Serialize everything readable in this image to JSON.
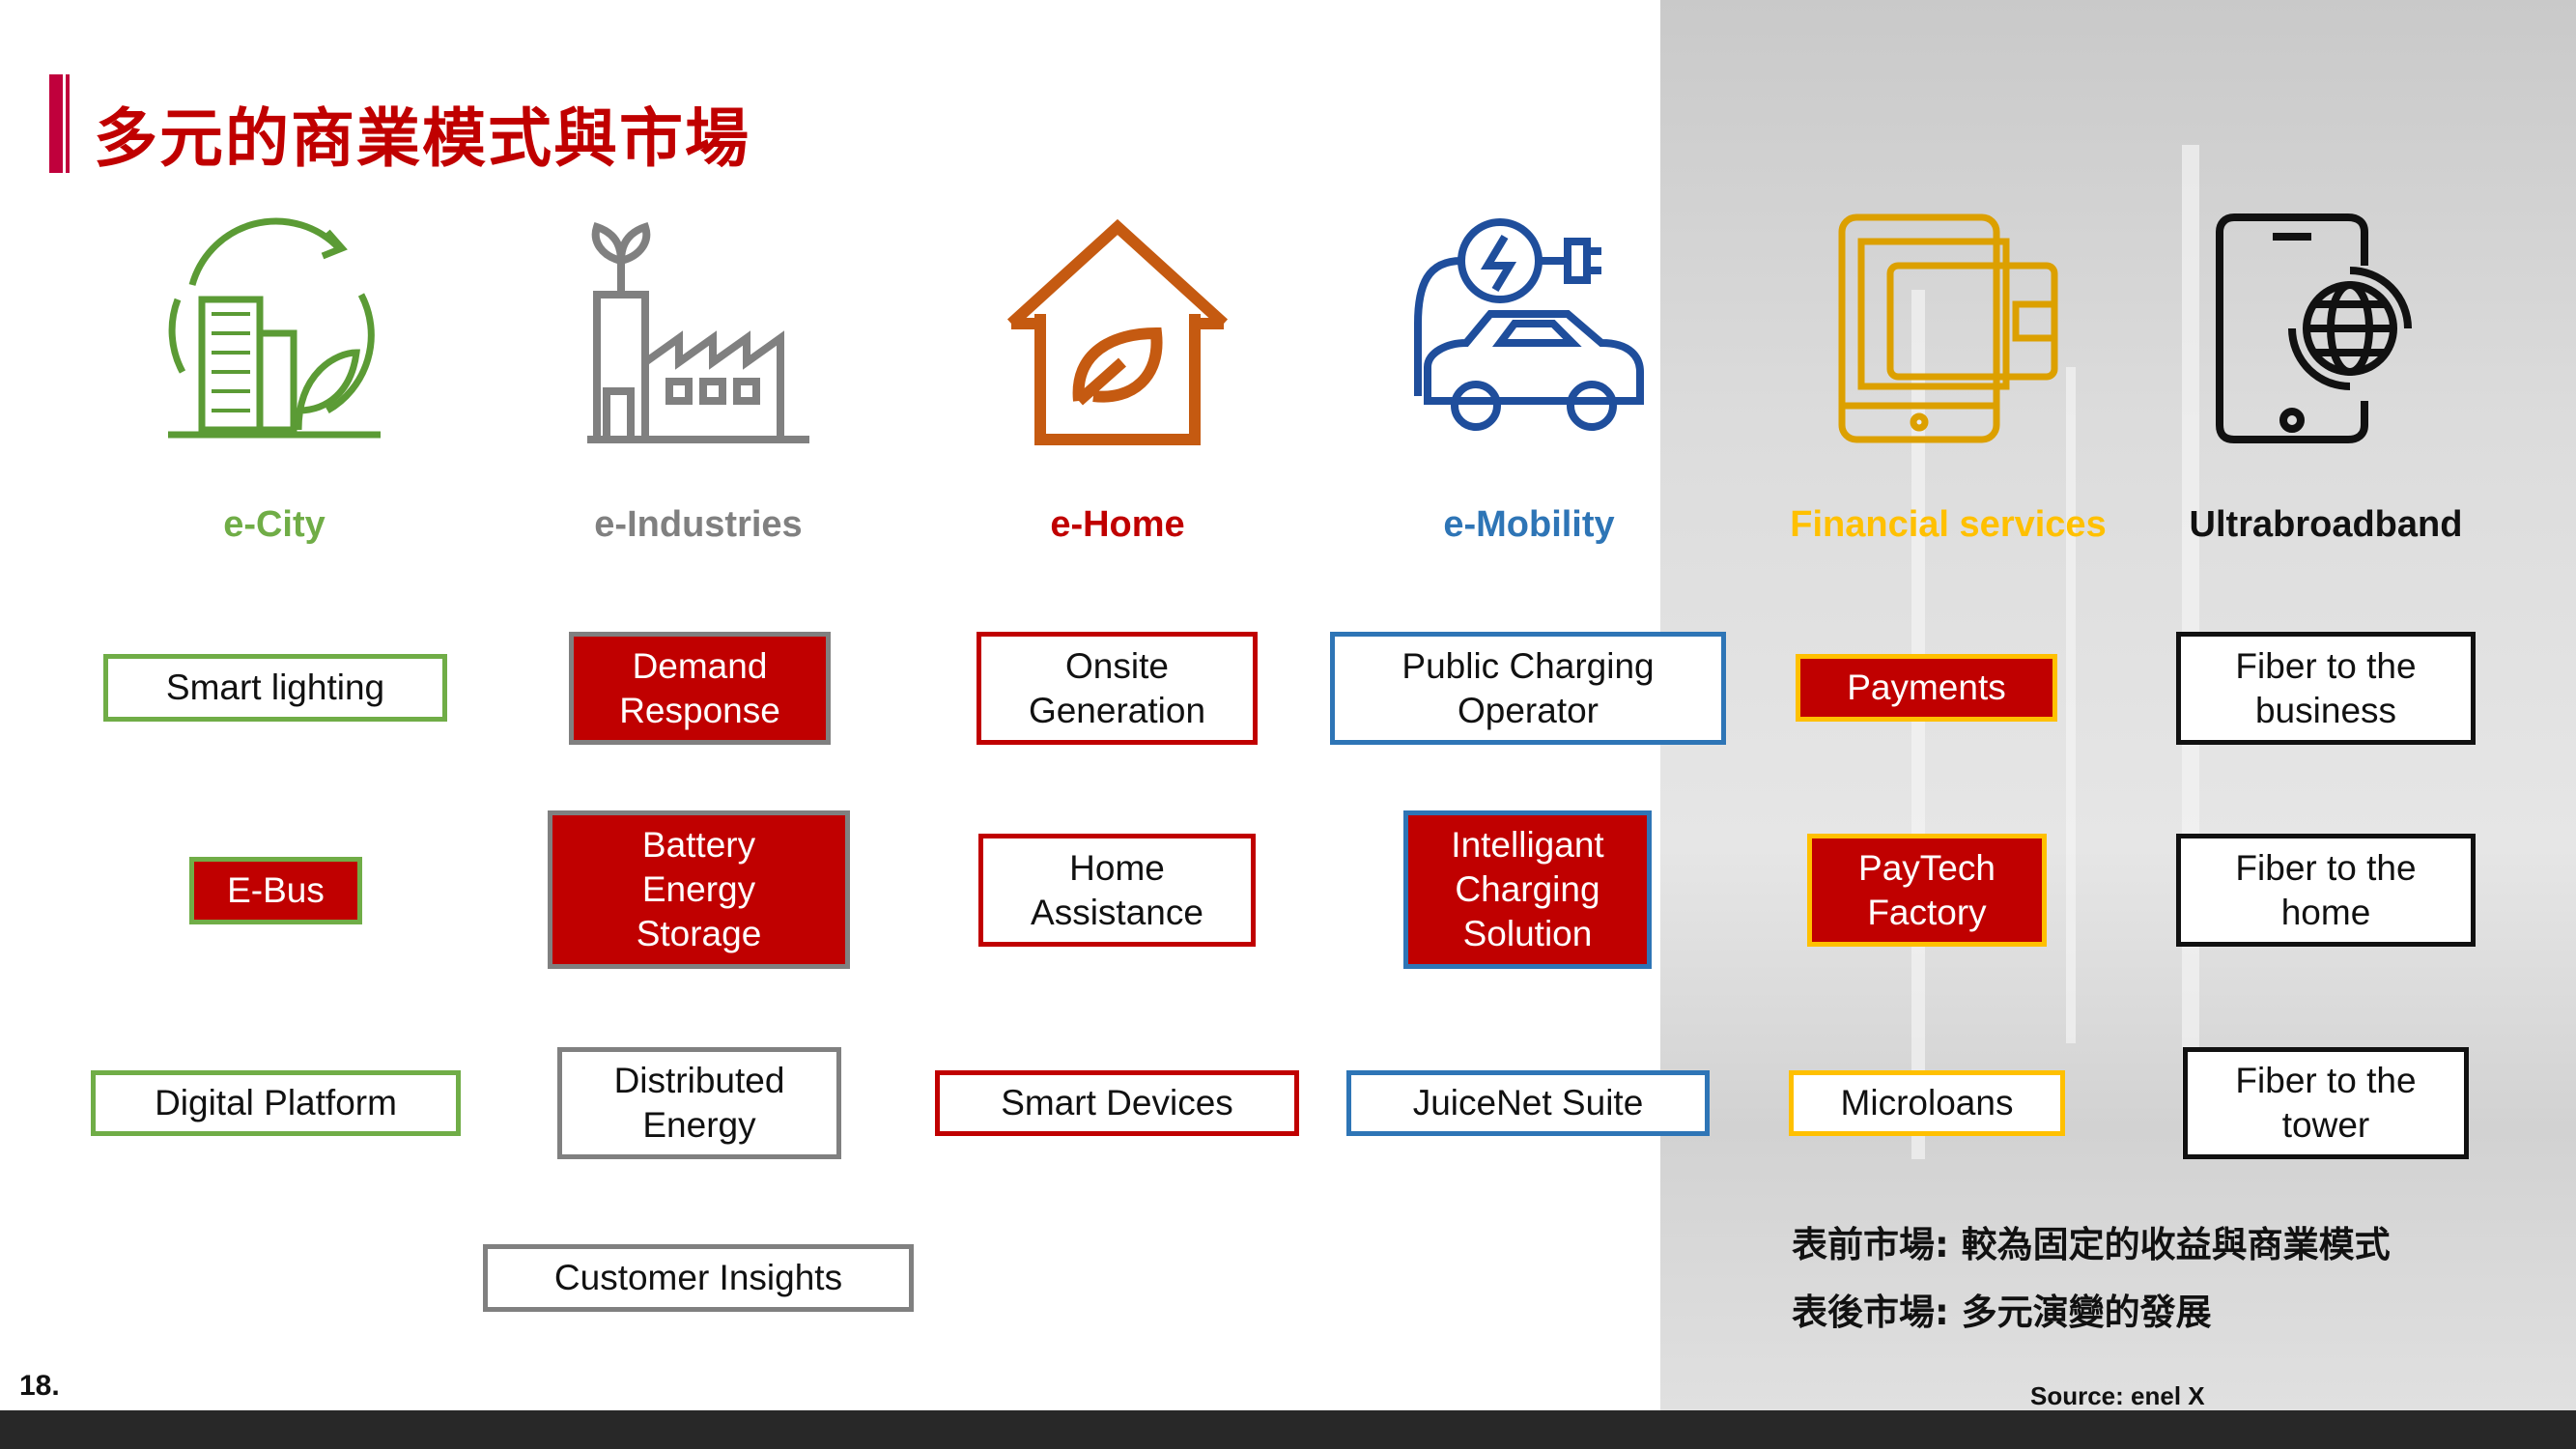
{
  "title": "多元的商業模式與市場",
  "colors": {
    "green": "#70ad47",
    "gray": "#808080",
    "red": "#c00000",
    "blue": "#2e75b6",
    "yellow": "#ffc000",
    "black": "#111111"
  },
  "categories": [
    {
      "label": "e-City",
      "icon": "green-city-icon"
    },
    {
      "label": "e-Industries",
      "icon": "factory-icon"
    },
    {
      "label": "e-Home",
      "icon": "eco-house-icon"
    },
    {
      "label": "e-Mobility",
      "icon": "electric-car-icon"
    },
    {
      "label": "Financial services",
      "icon": "phone-wallet-icon"
    },
    {
      "label": "Ultrabroadband",
      "icon": "phone-globe-icon"
    }
  ],
  "boxes": {
    "city": [
      "Smart lighting",
      "E-Bus",
      "Digital Platform"
    ],
    "industries": [
      "Demand\nResponse",
      "Battery\nEnergy\nStorage",
      "Distributed\nEnergy",
      "Customer Insights"
    ],
    "home": [
      "Onsite\nGeneration",
      "Home\nAssistance",
      "Smart Devices"
    ],
    "mobility": [
      "Public Charging\nOperator",
      "Intelligant\nCharging\nSolution",
      "JuiceNet Suite"
    ],
    "financial": [
      "Payments",
      "PayTech\nFactory",
      "Microloans"
    ],
    "broadband": [
      "Fiber to the\nbusiness",
      "Fiber to the\nhome",
      "Fiber to the\ntower"
    ]
  },
  "notes": [
    "表前市場: 較為固定的收益與商業模式",
    "表後市場: 多元演變的發展"
  ],
  "source": "Source: enel X",
  "page_number": "18."
}
